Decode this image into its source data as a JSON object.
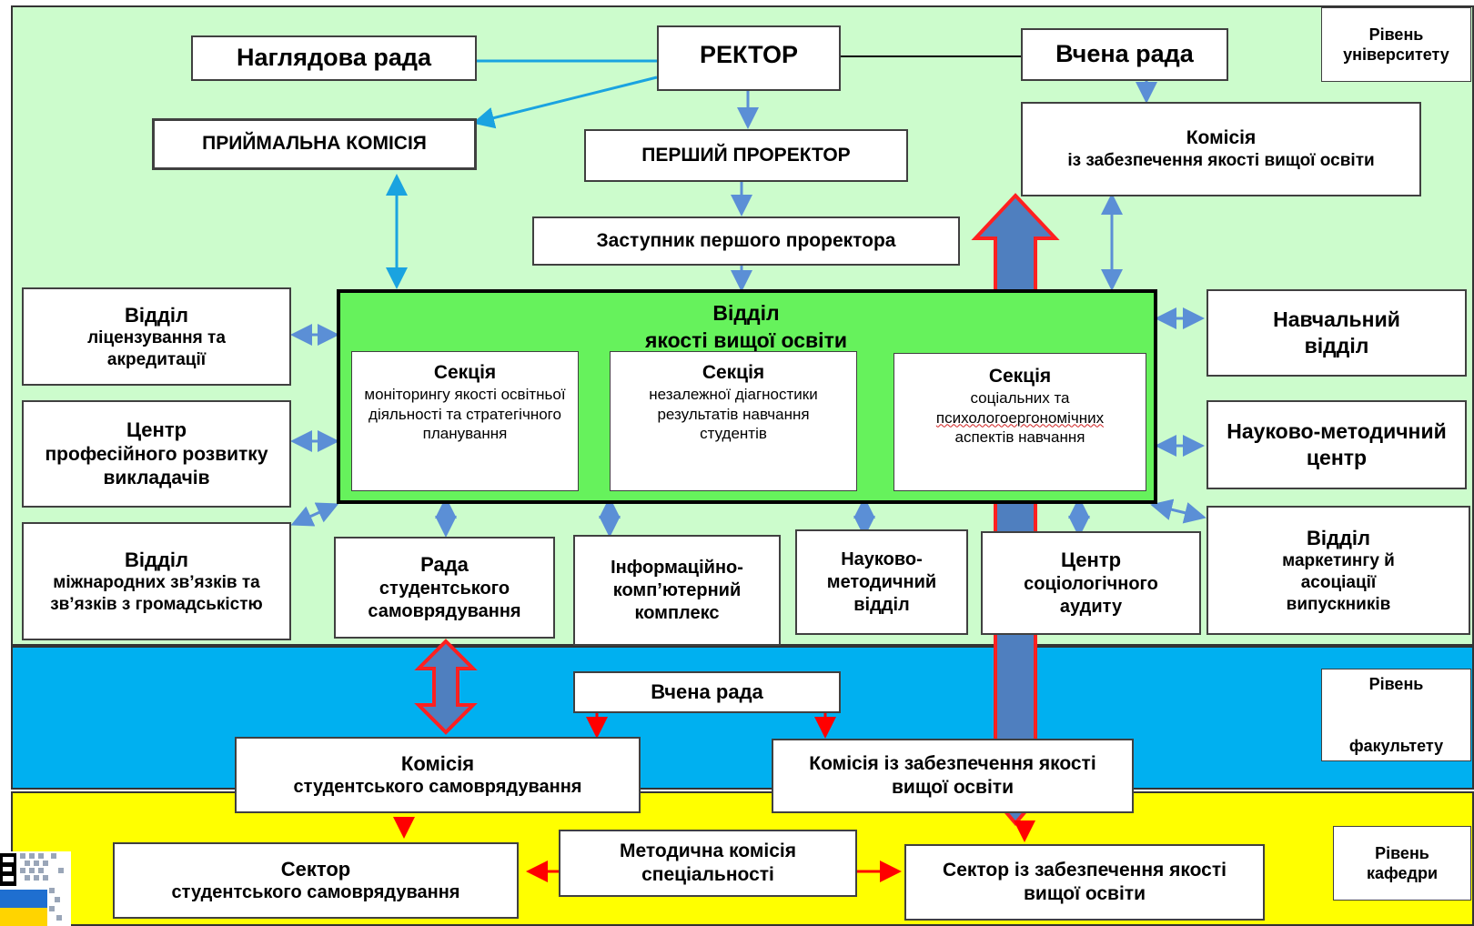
{
  "levels": {
    "university": "Рівень університету",
    "faculty_line1": "Рівень",
    "faculty_line2": "факультету",
    "department": "Рівень кафедри"
  },
  "top": {
    "supervisory_board": "Наглядова рада",
    "rector": "РЕКТОР",
    "academic_council": "Вчена рада",
    "admissions": "ПРИЙМАЛЬНА КОМІСІЯ",
    "first_vice_rector": "ПЕРШИЙ ПРОРЕКТОР",
    "deputy_first_vice_rector": "Заступник першого проректора",
    "quality_commission_title": "Комісія",
    "quality_commission_text": "із забезпечення якості вищої освіти"
  },
  "center": {
    "title_line1": "Відділ",
    "title_line2": "якості вищої освіти",
    "sections": [
      {
        "title": "Секція",
        "text": "моніторингу якості освітньої діяльності та стратегічного планування"
      },
      {
        "title": "Секція",
        "text": "незалежної діагностики результатів навчання студентів"
      },
      {
        "title": "Секція",
        "text_a": "соціальних та",
        "text_b": "психологоергономічних",
        "text_c": "аспектів навчання"
      }
    ]
  },
  "left": {
    "licensing_title": "Відділ",
    "licensing_text": "ліцензування та акредитації",
    "prof_dev_title": "Центр",
    "prof_dev_text": "професійного розвитку викладачів",
    "intl_title": "Відділ",
    "intl_text": "міжнародних зв’язків та зв’язків з громадськістю"
  },
  "right": {
    "academic_dept": "Навчальний відділ",
    "sci_method_center": "Науково-методичний центр",
    "marketing_title": "Відділ",
    "marketing_text": "маркетингу й асоціації випускників"
  },
  "bottom_row": {
    "student_council_title": "Рада",
    "student_council_text": "студентського самоврядування",
    "info_complex": "Інформаційно-комп’ютерний комплекс",
    "sci_method_dept": "Науково-методичний відділ",
    "sociology_center_title": "Центр",
    "sociology_center_text": "соціологічного аудиту"
  },
  "faculty": {
    "academic_council": "Вчена рада",
    "student_commission_title": "Комісія",
    "student_commission_text": "студентського самоврядування",
    "quality_commission": "Комісія із забезпечення якості вищої освіти"
  },
  "department": {
    "student_sector_title": "Сектор",
    "student_sector_text": "студентського самоврядування",
    "method_commission": "Методична комісія спеціальності",
    "quality_sector": "Сектор із забезпечення якості вищої освіти"
  },
  "colors": {
    "university_band": "#ccfccc",
    "faculty_band": "#00b0f0",
    "department_band": "#ffff00",
    "center_fill": "#66f25c",
    "arrow_blue": "#5b8fd6",
    "arrow_cyan": "#1aa3e0",
    "arrow_red": "#ff0000",
    "big_arrow_fill": "#4f7fbf"
  }
}
